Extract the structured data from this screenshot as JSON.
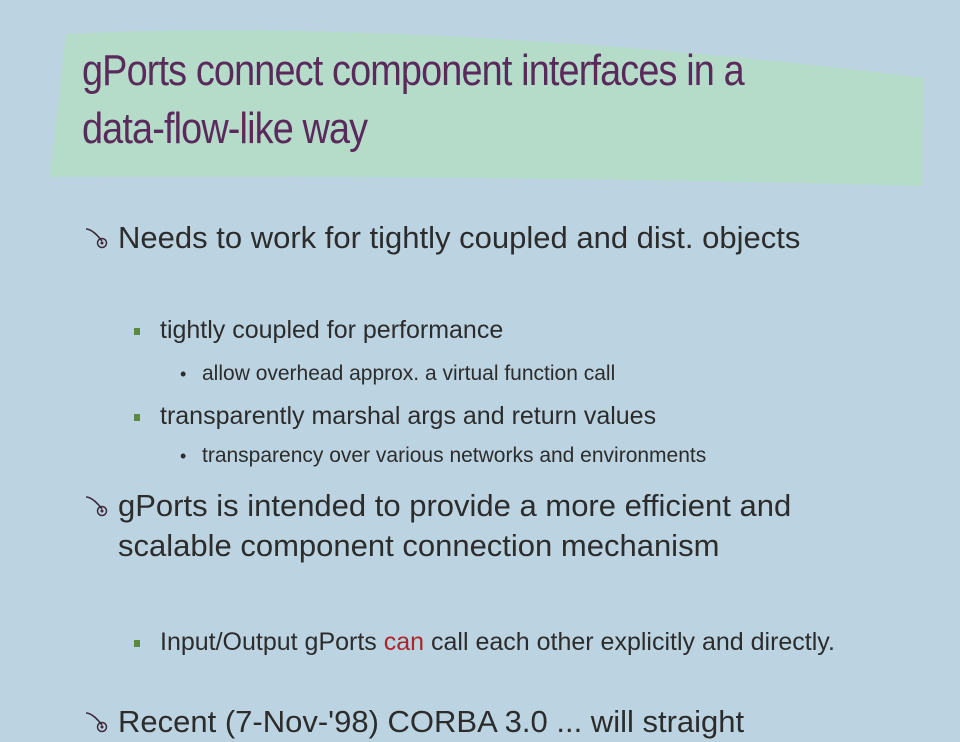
{
  "slide": {
    "title": "gPorts connect component interfaces in a data-flow-like way",
    "colors": {
      "background": "#bcd4e1",
      "banner": "#b5dcc9",
      "title": "#5b2a5c",
      "text": "#2c2c2c",
      "emphasis": "#b0232a",
      "sub_bullet": "#5a8a3a"
    },
    "icons": {
      "level1_bullet": "pen-nib-icon",
      "level2_bullet": "square-bullet-icon",
      "level3_bullet": "dot-bullet-icon"
    },
    "bullets": [
      {
        "text": "Needs to work for tightly coupled and dist. objects",
        "sub": [
          {
            "text": "tightly coupled for performance",
            "sub": [
              "allow overhead approx. a virtual function call"
            ]
          },
          {
            "text": "transparently marshal args and return values",
            "sub": [
              "transparency over various networks and environments"
            ]
          }
        ]
      },
      {
        "text": "gPorts is intended to provide a more efficient and scalable component connection mechanism",
        "sub": [
          {
            "text_before": "Input/Output gPorts ",
            "text_emph": "can",
            "text_after": " call each other explicitly and directly."
          }
        ]
      },
      {
        "text": "Recent (7-Nov-'98) CORBA 3.0 ... will straight"
      }
    ]
  }
}
